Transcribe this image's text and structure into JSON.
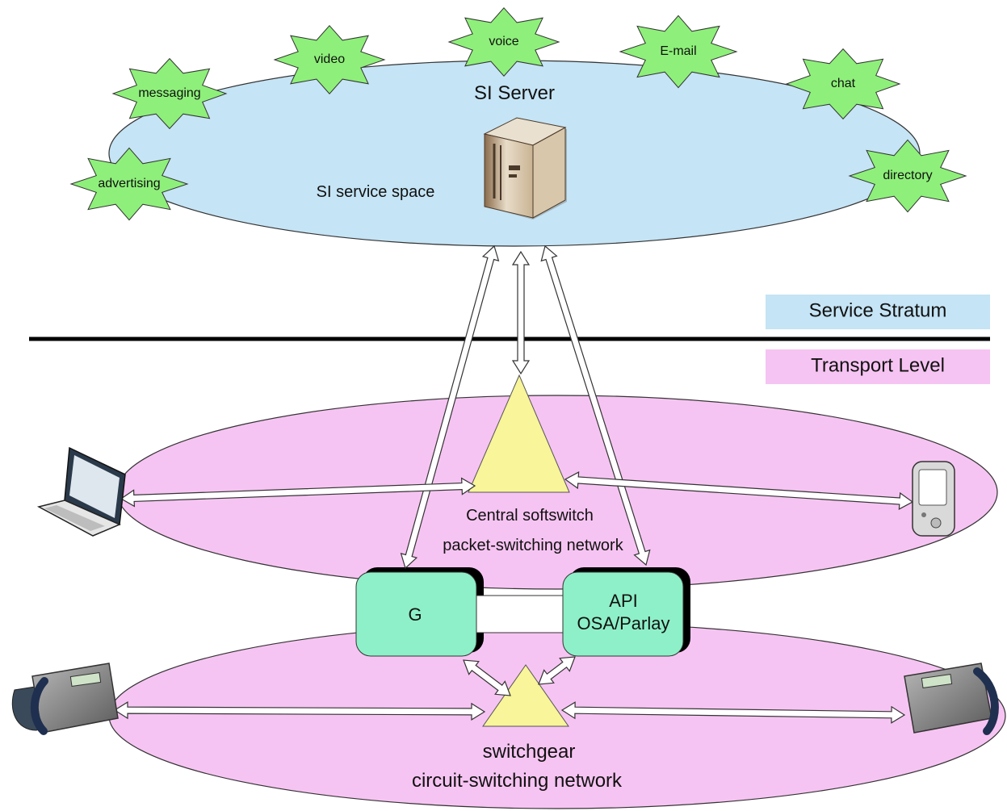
{
  "service_space": {
    "title": "SI Server",
    "label": "SI service space"
  },
  "services": [
    "messaging",
    "video",
    "voice",
    "E-mail",
    "chat",
    "advertising",
    "directory"
  ],
  "legend": {
    "service": "Service Stratum",
    "transport": "Transport Level"
  },
  "packet_network": {
    "node": "Central softswitch",
    "label": "packet-switching network"
  },
  "gateway": {
    "label": "G"
  },
  "api": {
    "line1": "API",
    "line2": "OSA/Parlay"
  },
  "circuit_network": {
    "node": "switchgear",
    "label": "circuit-switching network"
  },
  "colors": {
    "service_space": "#c5e4f5",
    "transport_space": "#f6c4f2",
    "star": "#8ef07a",
    "softswitch": "#f8f59a",
    "box": "#8ef0c8",
    "legend_service": "#c5e4f5",
    "legend_transport": "#f6c4f2"
  }
}
